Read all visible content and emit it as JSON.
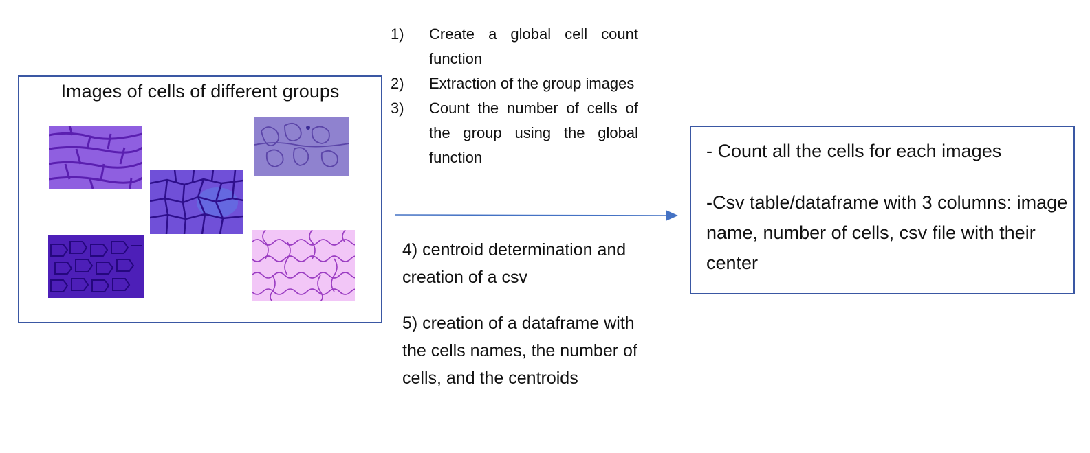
{
  "left_box": {
    "title": "Images of cells of different groups",
    "images": [
      {
        "name": "onion-epidermis-cells-image",
        "colors": [
          "#8f5fe0",
          "#6a2ec4"
        ]
      },
      {
        "name": "stained-leaf-cells-image",
        "colors": [
          "#7f6cc6",
          "#5a3fa8"
        ]
      },
      {
        "name": "polygonal-cells-image",
        "colors": [
          "#6840d6",
          "#3d16a6"
        ]
      },
      {
        "name": "dense-purple-cells-image",
        "colors": [
          "#4d1fb8",
          "#25077e"
        ]
      },
      {
        "name": "jigsaw-pink-cells-image",
        "colors": [
          "#f2c6f7",
          "#b74fd8"
        ]
      }
    ]
  },
  "steps": [
    {
      "num": "1)",
      "text": "Create a global cell count function"
    },
    {
      "num": "2)",
      "text": "Extraction of the group images"
    },
    {
      "num": "3)",
      "text": "Count the number of cells of the group using the global function"
    }
  ],
  "step4": "4) centroid determination and creation of a csv",
  "step5": "5) creation of a dataframe with the cells names, the number of cells, and the centroids",
  "right_box": {
    "line1": "- Count all the cells for each images",
    "line2": "-Csv table/dataframe with 3 columns: image name, number of cells, csv file with their center"
  },
  "colors": {
    "border": "#3a57a3",
    "arrow": "#4472c4"
  }
}
